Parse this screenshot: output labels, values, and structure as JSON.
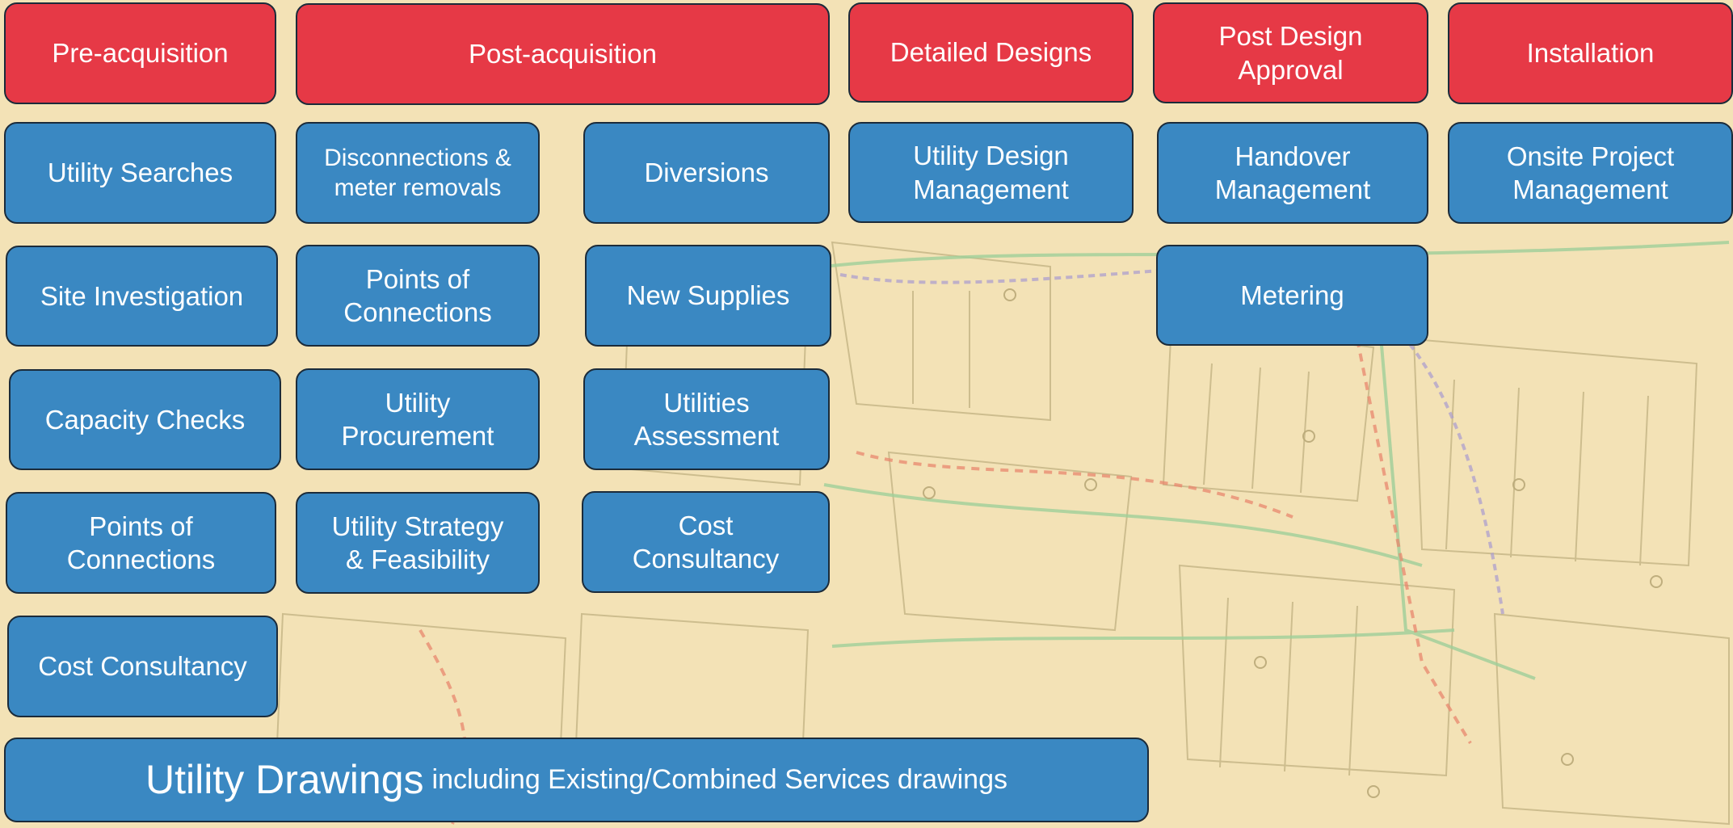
{
  "colors": {
    "header_fill": "#e63946",
    "service_fill": "#3a88c2",
    "border": "#1b2b3a",
    "background": "#f3e2b6"
  },
  "background_image": "utility-site-plan-drawing",
  "headers": {
    "pre_acquisition": "Pre-acquisition",
    "post_acquisition": "Post-acquisition",
    "detailed_designs": "Detailed Designs",
    "post_design_approval": "Post Design\nApproval",
    "installation": "Installation"
  },
  "pre_acquisition": {
    "utility_searches": "Utility Searches",
    "site_investigation": "Site Investigation",
    "capacity_checks": "Capacity Checks",
    "points_of_connections": "Points of\nConnections",
    "cost_consultancy": "Cost Consultancy"
  },
  "post_acquisition_left": {
    "disconnections": "Disconnections &\nmeter removals",
    "points_of_connections": "Points of\nConnections",
    "utility_procurement": "Utility\nProcurement",
    "utility_strategy": "Utility Strategy\n& Feasibility"
  },
  "post_acquisition_right": {
    "diversions": "Diversions",
    "new_supplies": "New Supplies",
    "utilities_assessment": "Utilities\nAssessment",
    "cost_consultancy": "Cost\nConsultancy"
  },
  "detailed_designs": {
    "utility_design_management": "Utility Design\nManagement"
  },
  "post_design_approval": {
    "handover_management": "Handover\nManagement",
    "metering": "Metering"
  },
  "installation": {
    "onsite_project_management": "Onsite Project\nManagement"
  },
  "utility_drawings": {
    "title": "Utility Drawings",
    "subtitle": "including Existing/Combined Services drawings"
  }
}
